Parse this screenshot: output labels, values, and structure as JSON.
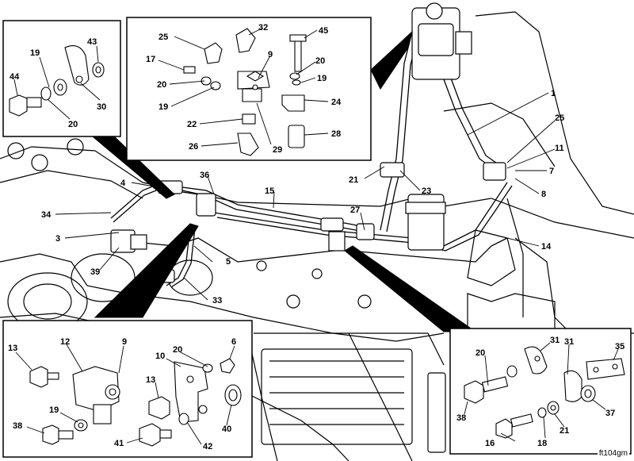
{
  "figure_id": "ft104gm",
  "colors": {
    "line": "#000000",
    "paper": "#ffffff",
    "shade": "#d9d9d9"
  },
  "callouts": {
    "main": [
      "1",
      "25",
      "11",
      "7",
      "8",
      "14",
      "21",
      "23",
      "27",
      "15",
      "36",
      "4",
      "34",
      "3",
      "39",
      "5",
      "33"
    ],
    "inset_top_left": [
      "43",
      "19",
      "44",
      "30",
      "20"
    ],
    "inset_top_center": [
      "25",
      "32",
      "45",
      "17",
      "9",
      "20",
      "20",
      "19",
      "19",
      "24",
      "22",
      "28",
      "26",
      "29"
    ],
    "inset_bottom_left": [
      "13",
      "12",
      "9",
      "10",
      "20",
      "6",
      "13",
      "19",
      "38",
      "41",
      "42",
      "40"
    ],
    "inset_bottom_right": [
      "20",
      "31",
      "31",
      "35",
      "38",
      "16",
      "18",
      "21",
      "37"
    ]
  }
}
